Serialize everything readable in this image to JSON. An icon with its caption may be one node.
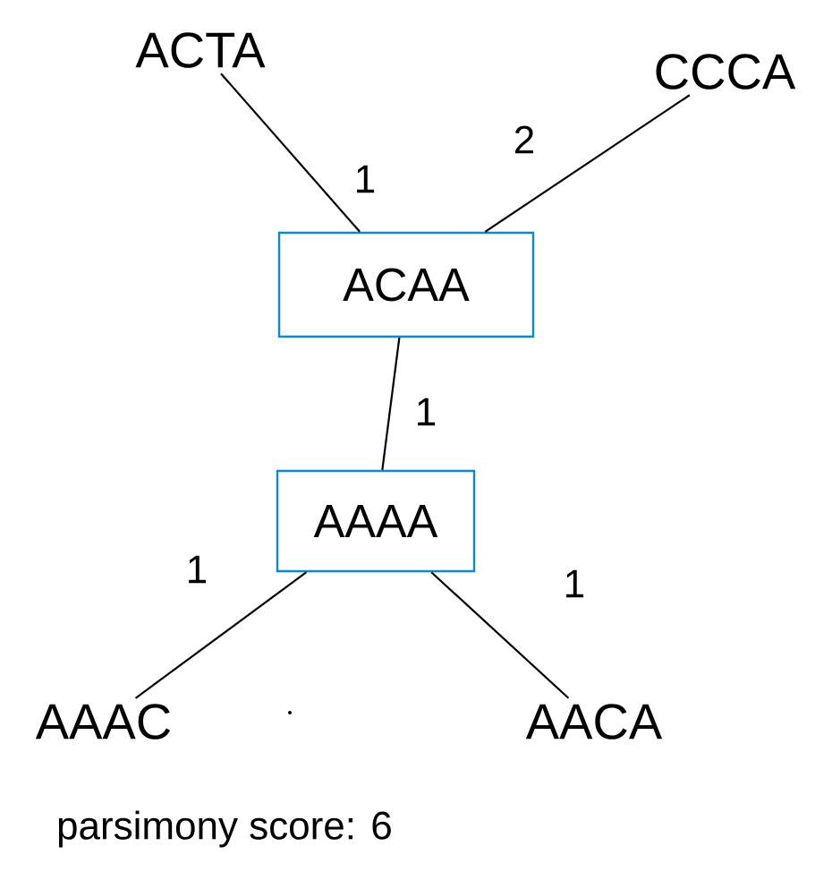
{
  "diagram": {
    "nodes": [
      {
        "text": [
          "ACTA"
        ]
      },
      {
        "text": [
          "CCCA"
        ]
      },
      {
        "text": [
          "ACAA"
        ]
      },
      {
        "text": [
          "AAAA"
        ]
      },
      {
        "text": [
          "AAAC"
        ]
      },
      {
        "text": [
          "AACA"
        ]
      }
    ],
    "edges": [
      {
        "from": 2,
        "to": 0,
        "arrow": "none",
        "label": "1"
      },
      {
        "from": 2,
        "to": 1,
        "arrow": "none",
        "label": "2"
      },
      {
        "from": 2,
        "to": 3,
        "arrow": "none",
        "label": "1"
      },
      {
        "from": 3,
        "to": 4,
        "arrow": "none",
        "label": "1"
      },
      {
        "from": 3,
        "to": 5,
        "arrow": "none",
        "label": "1"
      }
    ],
    "labels": [
      "parsimony score: 6"
    ]
  }
}
